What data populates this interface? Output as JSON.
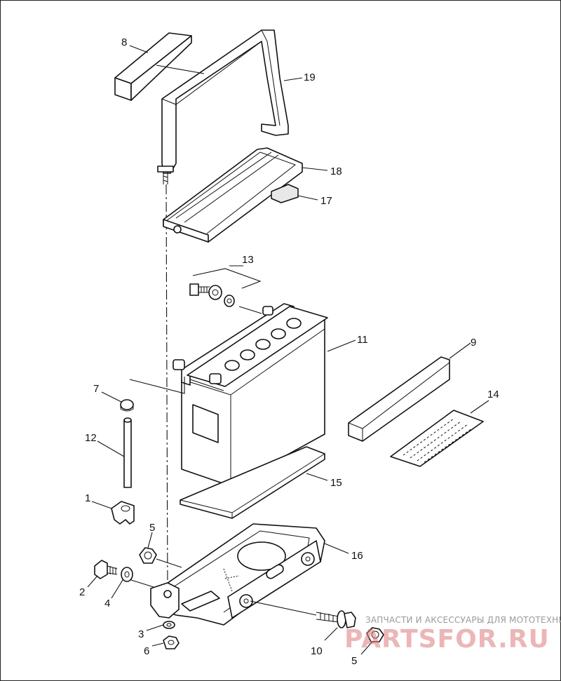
{
  "callouts": {
    "c8": "8",
    "c19": "19",
    "c18": "18",
    "c17": "17",
    "c13": "13",
    "c11": "11",
    "c9": "9",
    "c14": "14",
    "c7": "7",
    "c12": "12",
    "c15": "15",
    "c1": "1",
    "c5a": "5",
    "c16": "16",
    "c2": "2",
    "c4": "4",
    "c3": "3",
    "c6": "6",
    "c10": "10",
    "c5b": "5"
  },
  "watermark": {
    "tagline": "ЗАПЧАСТИ И АКСЕССУАРЫ ДЛЯ МОТОТЕХНИКИ",
    "logo": "PARTSFOR.RU",
    "color": "#dd7a7a"
  }
}
